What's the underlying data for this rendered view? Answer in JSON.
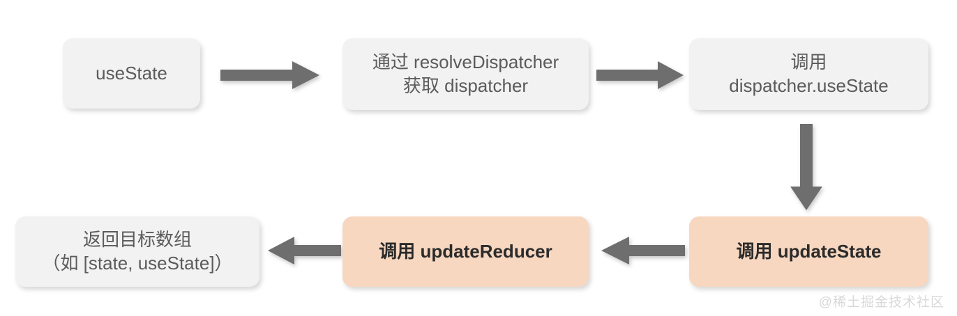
{
  "diagram": {
    "type": "flowchart",
    "title": "React useState internal call flow",
    "colors": {
      "node_gray_bg": "#f2f2f2",
      "node_gray_text": "#5b5b5b",
      "node_peach_bg": "#f7d7c0",
      "node_peach_text": "#2b2b2b",
      "arrow": "#6e6e6e",
      "background": "#ffffff",
      "watermark": "#d9d9d9"
    },
    "nodes": [
      {
        "id": "usestate",
        "label": "useState",
        "style": "gray"
      },
      {
        "id": "resolve",
        "label": "通过 resolveDispatcher\n获取 dispatcher",
        "style": "gray"
      },
      {
        "id": "dispatcher",
        "label": "调用\ndispatcher.useState",
        "style": "gray"
      },
      {
        "id": "updatestate",
        "label": "调用 updateState",
        "style": "peach"
      },
      {
        "id": "updatereducer",
        "label": "调用 updateReducer",
        "style": "peach"
      },
      {
        "id": "return",
        "label": "返回目标数组\n（如 [state, useState]）",
        "style": "gray"
      }
    ],
    "edges": [
      {
        "id": "e1",
        "from": "usestate",
        "to": "resolve",
        "direction": "right"
      },
      {
        "id": "e2",
        "from": "resolve",
        "to": "dispatcher",
        "direction": "right"
      },
      {
        "id": "e3",
        "from": "dispatcher",
        "to": "updatestate",
        "direction": "down"
      },
      {
        "id": "e4",
        "from": "updatestate",
        "to": "updatereducer",
        "direction": "left"
      },
      {
        "id": "e5",
        "from": "updatereducer",
        "to": "return",
        "direction": "left"
      }
    ]
  },
  "watermark": {
    "text": "@稀土掘金技术社区"
  }
}
